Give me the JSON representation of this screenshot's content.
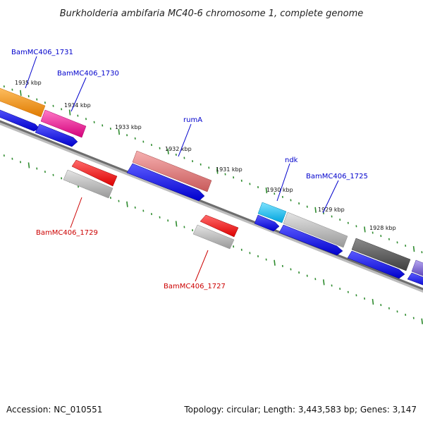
{
  "title": "Burkholderia ambifaria MC40-6 chromosome 1, complete genome",
  "accession": "Accession: NC_010551",
  "topology": "Topology: circular; Length: 3,443,583 bp; Genes: 3,147",
  "colors": {
    "label_forward": "#0000cc",
    "label_reverse": "#cc0000",
    "tick": "#2e8b2e",
    "backbone": "#777777",
    "cds_blue": "#1010ee"
  },
  "kbp_ticks": [
    "1935 kbp",
    "1934 kbp",
    "1933 kbp",
    "1932 kbp",
    "1931 kbp",
    "1930 kbp",
    "1929 kbp",
    "1928 kbp"
  ],
  "gene_labels": {
    "g1731": "BamMC406_1731",
    "g1730": "BamMC406_1730",
    "rumA": "rumA",
    "ndk": "ndk",
    "g1725": "BamMC406_1725",
    "g1729": "BamMC406_1729",
    "g1727": "BamMC406_1727"
  }
}
